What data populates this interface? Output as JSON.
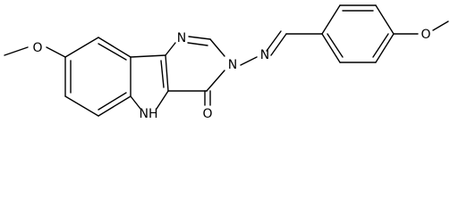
{
  "molecule": {
    "atom_labels": {
      "n_pyrimidine_top": "N",
      "n_pyrimidine_ring": "N",
      "n_imine": "N",
      "nh_indole": "NH",
      "o_carbonyl": "O",
      "o_methoxy_left": "O",
      "o_methoxy_right": "O"
    }
  }
}
